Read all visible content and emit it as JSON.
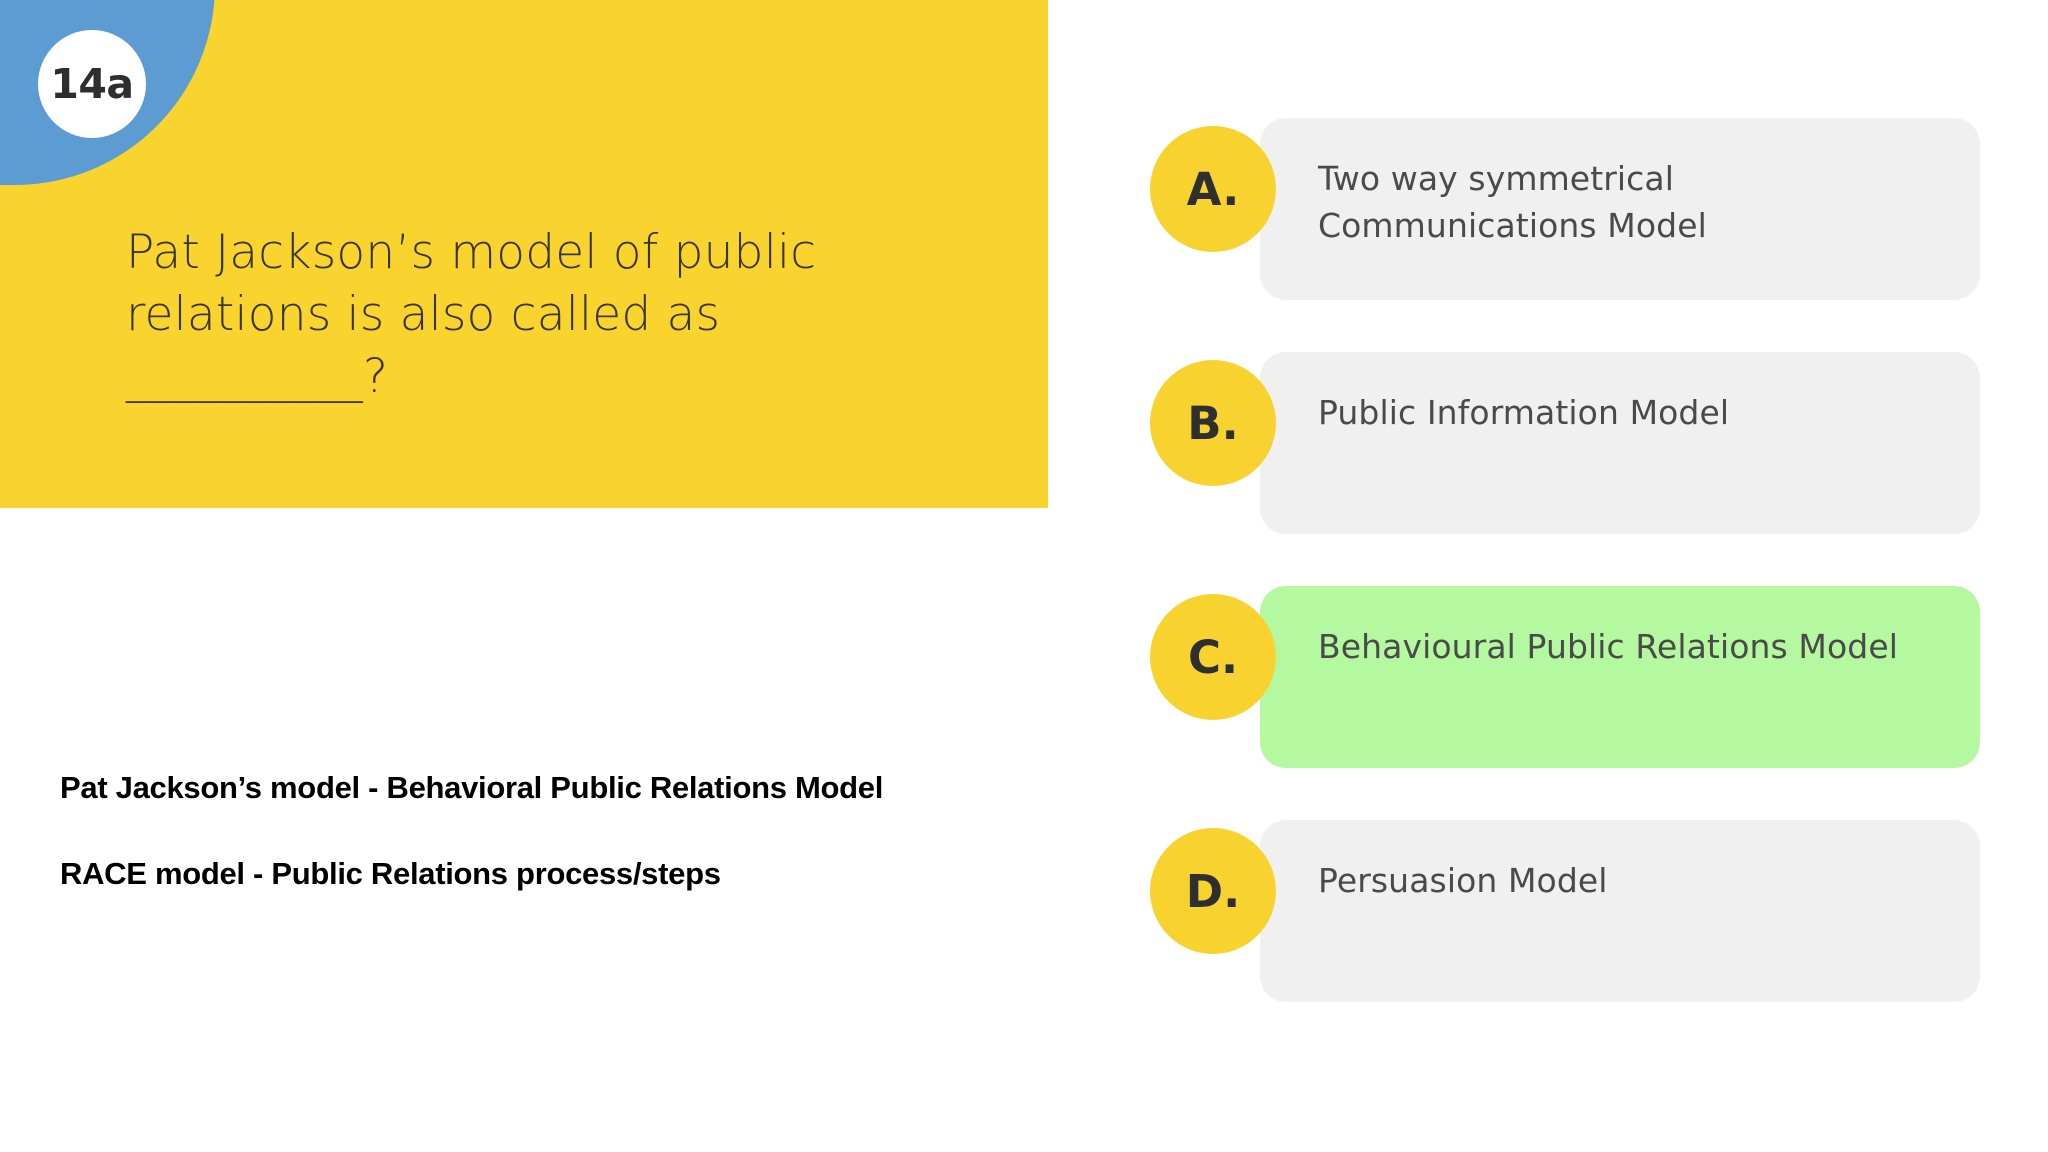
{
  "slide": {
    "badge": "14a",
    "question": "Pat Jackson’s model of public relations is also called as __________?",
    "colors": {
      "panel_yellow": "#F9D42E",
      "corner_blue": "#5D9BD3",
      "option_circle_yellow": "#F8D330",
      "option_box_grey": "#F0F0F0",
      "correct_green": "#B4F9A0",
      "badge_white": "#FFFFFF"
    }
  },
  "options": [
    {
      "letter": "A.",
      "text": "Two way symmetrical Communications Model",
      "correct": false
    },
    {
      "letter": "B.",
      "text": "Public Information Model",
      "correct": false
    },
    {
      "letter": "C.",
      "text": "Behavioural Public Relations Model",
      "correct": true
    },
    {
      "letter": "D.",
      "text": "Persuasion Model",
      "correct": false
    }
  ],
  "notes": [
    "Pat Jackson’s model - Behavioral Public Relations Model",
    "RACE model - Public Relations process/steps"
  ]
}
